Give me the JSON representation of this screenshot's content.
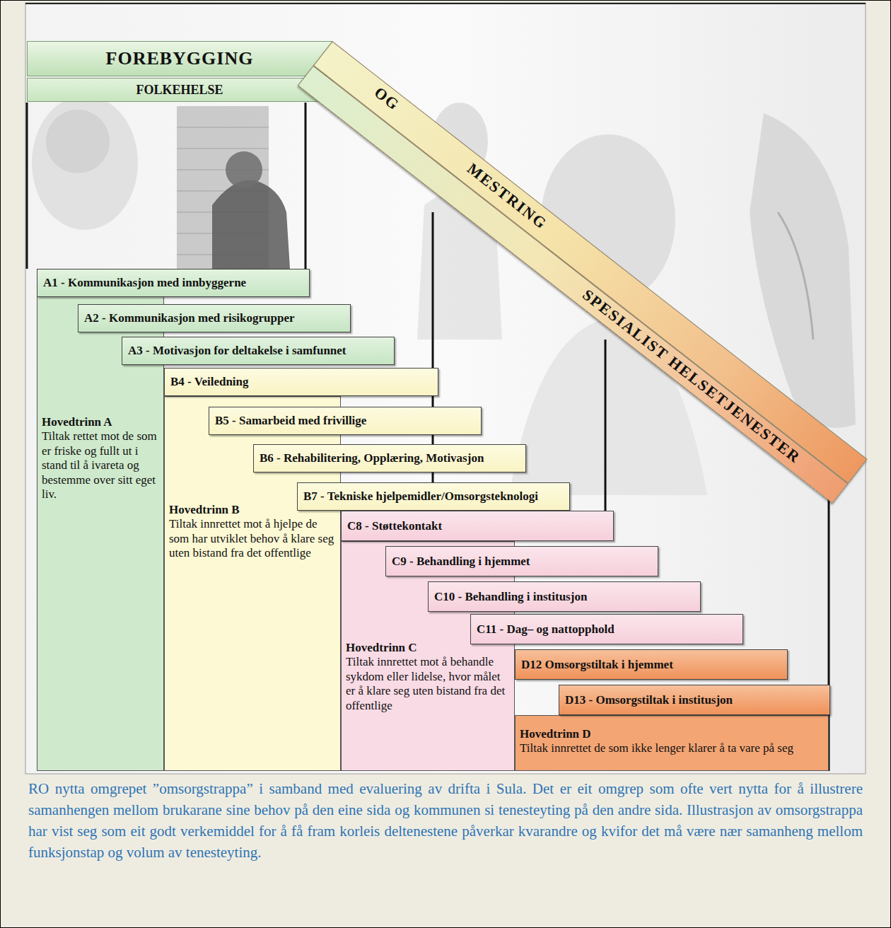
{
  "diagram": {
    "caption": "RO nytta omgrepet ”omsorgstrappa” i samband med evaluering av drifta i Sula. Det er eit omgrep som ofte vert nytta for å illustrere samanhengen mellom brukarane sine behov på den eine sida og kommunen si tenesteyting på den andre sida. Illustrasjon av omsorgstrappa har vist seg som eit godt verkemiddel for å få fram korleis deltenestene påverkar kvarandre og kvifor det må være nær samanheng mellom funksjonstap og volum av tenesteyting.",
    "nodes": [
      {
        "text": [
          "FOREBYGGING"
        ]
      },
      {
        "text": [
          "FOLKEHELSE"
        ]
      },
      {
        "text": [
          "OG",
          "MESTRING",
          "SPESIALIST HELSETJENESTER"
        ]
      },
      {
        "text": [
          "A1 - Kommunikasjon med innbyggerne"
        ]
      },
      {
        "text": [
          "A2 - Kommunikasjon med risikogrupper"
        ]
      },
      {
        "text": [
          "A3 - Motivasjon for deltakelse i samfunnet"
        ]
      },
      {
        "text": [
          "Hovedtrinn A",
          "Tiltak rettet mot de som er friske og fullt ut i stand til å ivareta og bestemme over sitt eget liv."
        ]
      },
      {
        "text": [
          "B4 - Veiledning"
        ]
      },
      {
        "text": [
          "B5 - Samarbeid med frivillige"
        ]
      },
      {
        "text": [
          "B6 - Rehabilitering, Opplæring, Motivasjon"
        ]
      },
      {
        "text": [
          "B7 - Tekniske hjelpemidler/Omsorgsteknologi"
        ]
      },
      {
        "text": [
          "Hovedtrinn B",
          "Tiltak innrettet mot å hjelpe de som har utviklet behov å klare seg uten bistand fra det offentlige"
        ]
      },
      {
        "text": [
          "C8 - Støttekontakt"
        ]
      },
      {
        "text": [
          "C9 - Behandling i hjemmet"
        ]
      },
      {
        "text": [
          "C10 - Behandling i institusjon"
        ]
      },
      {
        "text": [
          "C11 - Dag– og nattopphold"
        ]
      },
      {
        "text": [
          "Hovedtrinn C",
          "Tiltak innrettet mot å behandle sykdom eller lidelse, hvor målet er å klare seg uten bistand fra det offentlige"
        ]
      },
      {
        "text": [
          "D12 Omsorgstiltak i hjemmet"
        ]
      },
      {
        "text": [
          "D13 - Omsorgstiltak i institusjon"
        ]
      },
      {
        "text": [
          "Hovedtrinn D",
          "Tiltak innrettet de som ikke lenger klarer å ta vare på seg"
        ]
      }
    ]
  }
}
